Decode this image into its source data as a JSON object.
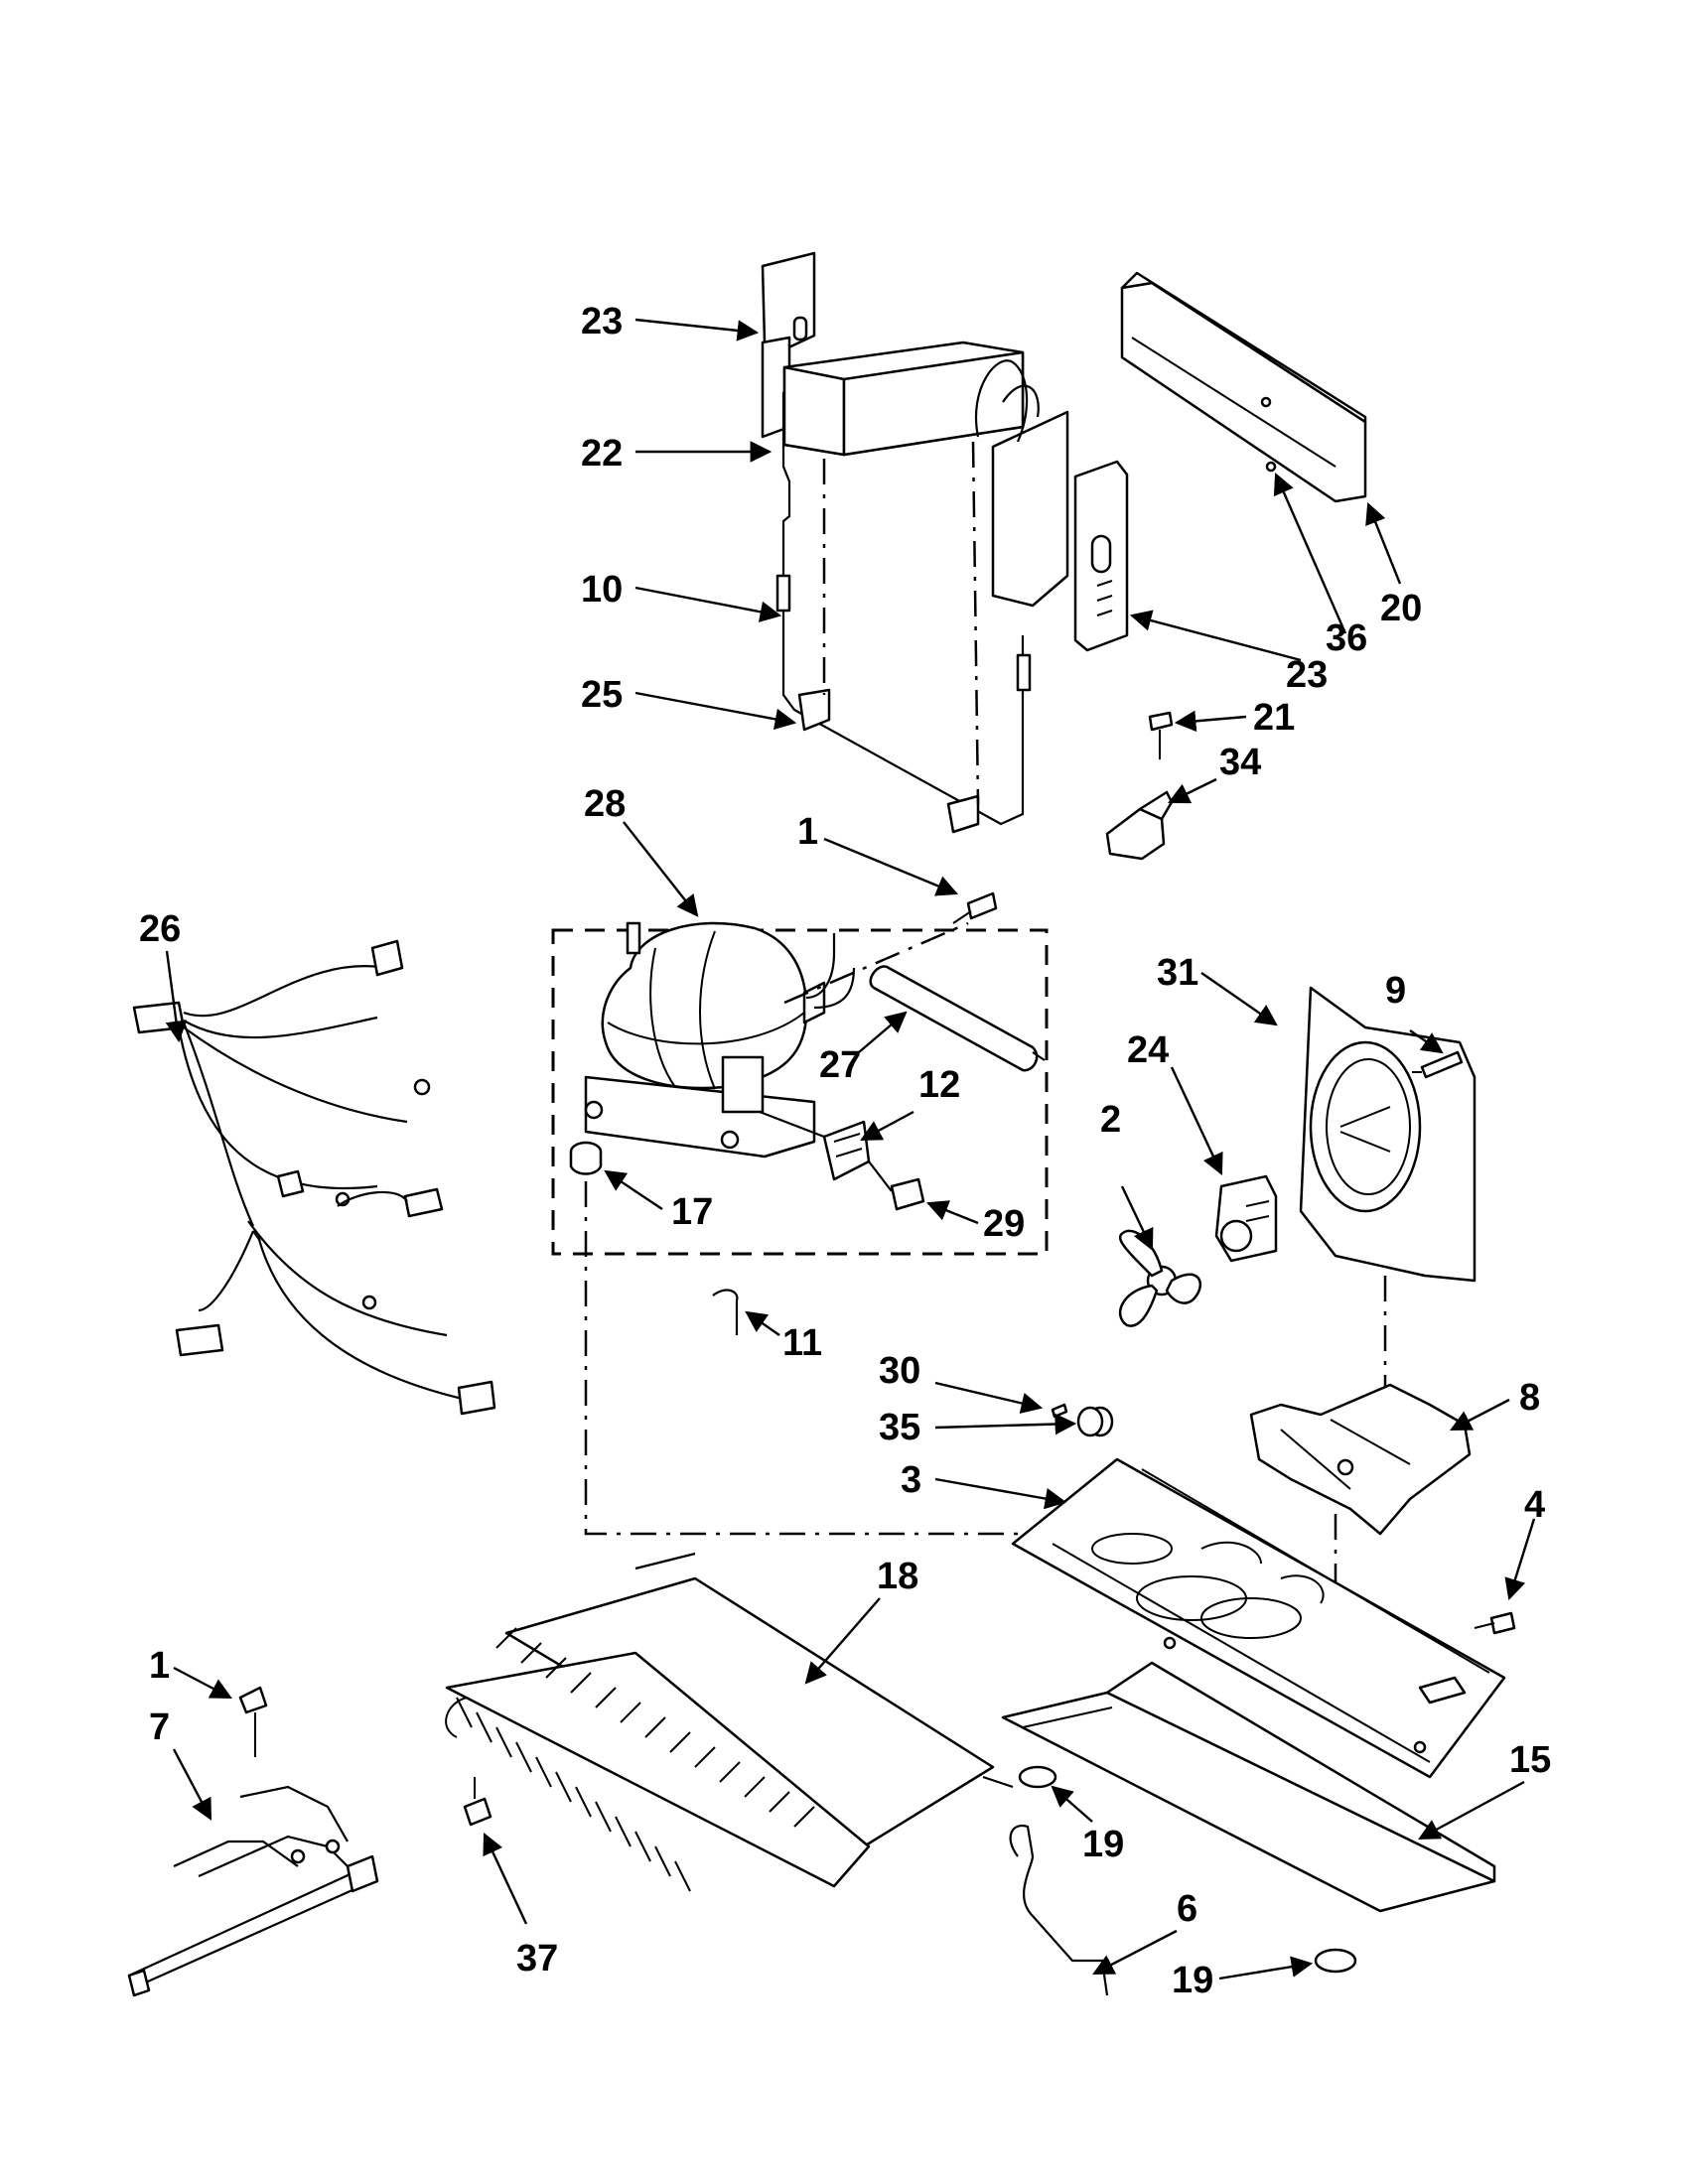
{
  "callouts": [
    {
      "id": "23a",
      "text": "23"
    },
    {
      "id": "22",
      "text": "22"
    },
    {
      "id": "10",
      "text": "10"
    },
    {
      "id": "25",
      "text": "25"
    },
    {
      "id": "28",
      "text": "28"
    },
    {
      "id": "1a",
      "text": "1"
    },
    {
      "id": "20",
      "text": "20"
    },
    {
      "id": "36",
      "text": "36"
    },
    {
      "id": "23b",
      "text": "23"
    },
    {
      "id": "21",
      "text": "21"
    },
    {
      "id": "34",
      "text": "34"
    },
    {
      "id": "26",
      "text": "26"
    },
    {
      "id": "27",
      "text": "27"
    },
    {
      "id": "12",
      "text": "12"
    },
    {
      "id": "17",
      "text": "17"
    },
    {
      "id": "29",
      "text": "29"
    },
    {
      "id": "31",
      "text": "31"
    },
    {
      "id": "9",
      "text": "9"
    },
    {
      "id": "24",
      "text": "24"
    },
    {
      "id": "2",
      "text": "2"
    },
    {
      "id": "11",
      "text": "11"
    },
    {
      "id": "30",
      "text": "30"
    },
    {
      "id": "35",
      "text": "35"
    },
    {
      "id": "8",
      "text": "8"
    },
    {
      "id": "3",
      "text": "3"
    },
    {
      "id": "4",
      "text": "4"
    },
    {
      "id": "18",
      "text": "18"
    },
    {
      "id": "1b",
      "text": "1"
    },
    {
      "id": "7",
      "text": "7"
    },
    {
      "id": "15",
      "text": "15"
    },
    {
      "id": "19a",
      "text": "19"
    },
    {
      "id": "6",
      "text": "6"
    },
    {
      "id": "19b",
      "text": "19"
    },
    {
      "id": "37",
      "text": "37"
    }
  ]
}
